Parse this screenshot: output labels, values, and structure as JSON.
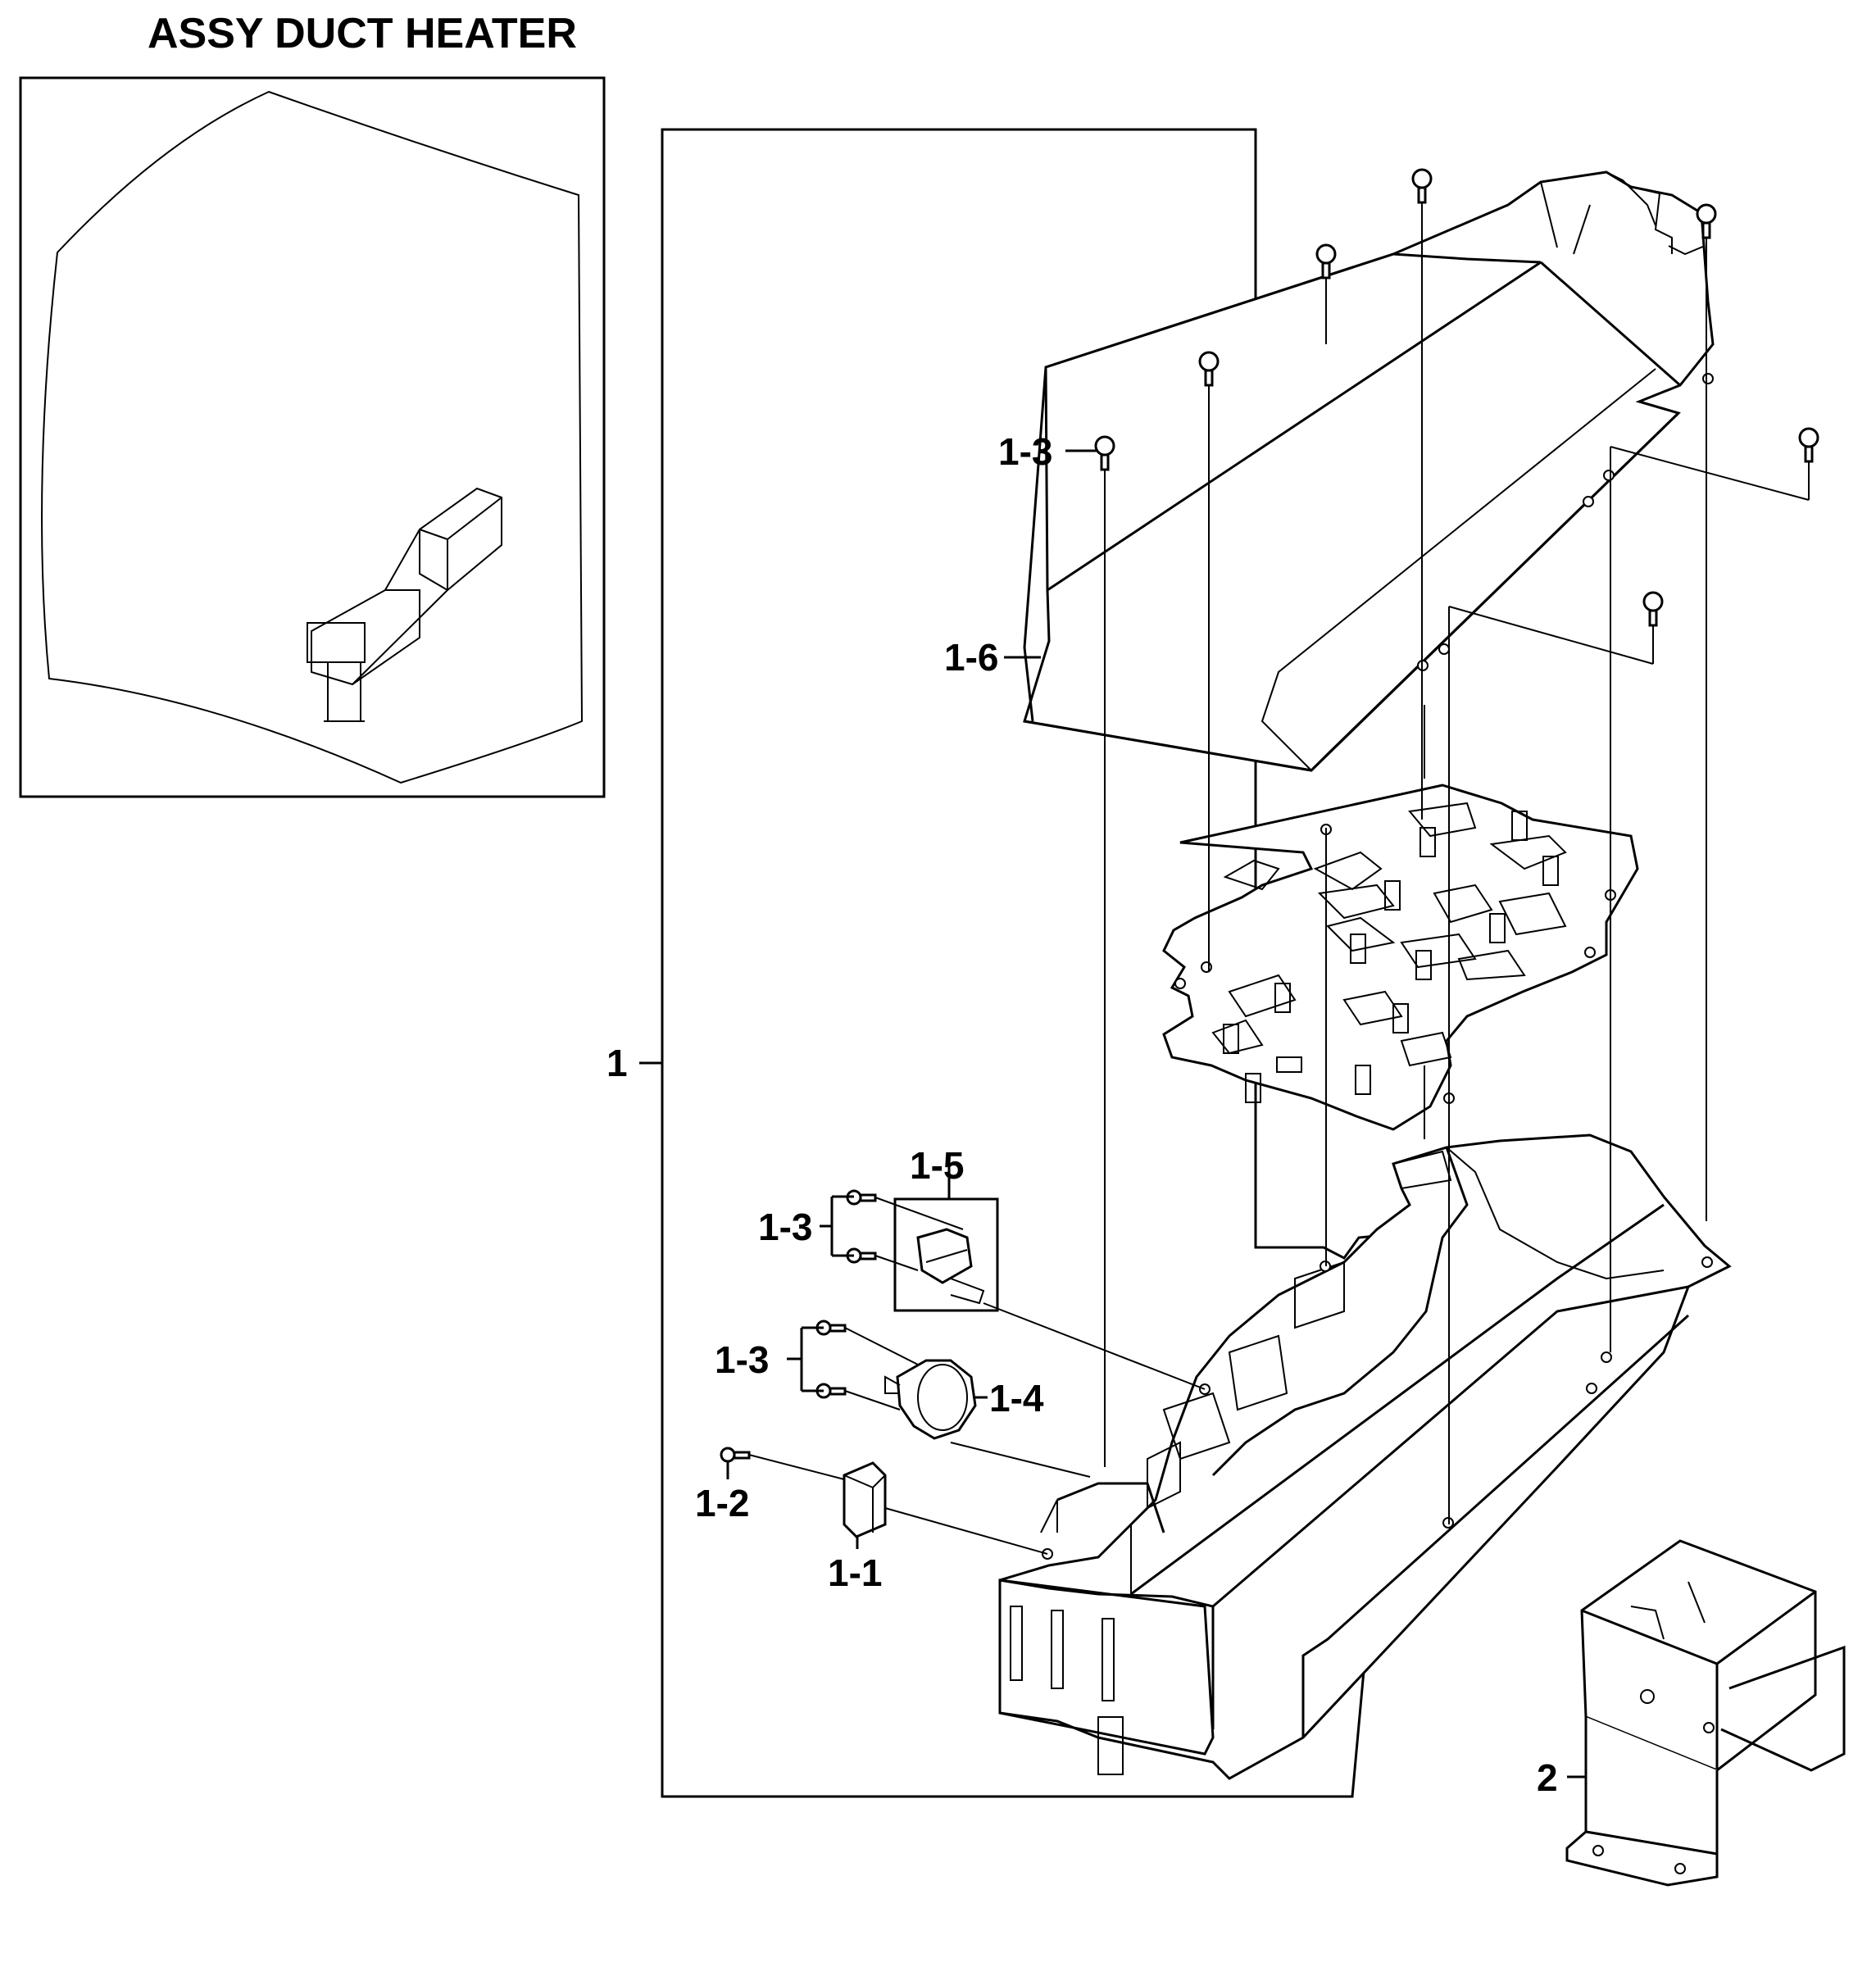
{
  "title": "ASSY DUCT HEATER",
  "callouts": {
    "c1": "1",
    "c1_1": "1-1",
    "c1_2": "1-2",
    "c1_3_top": "1-3",
    "c1_3_mid": "1-3",
    "c1_3_low": "1-3",
    "c1_4": "1-4",
    "c1_5": "1-5",
    "c1_6": "1-6",
    "c2": "2"
  }
}
